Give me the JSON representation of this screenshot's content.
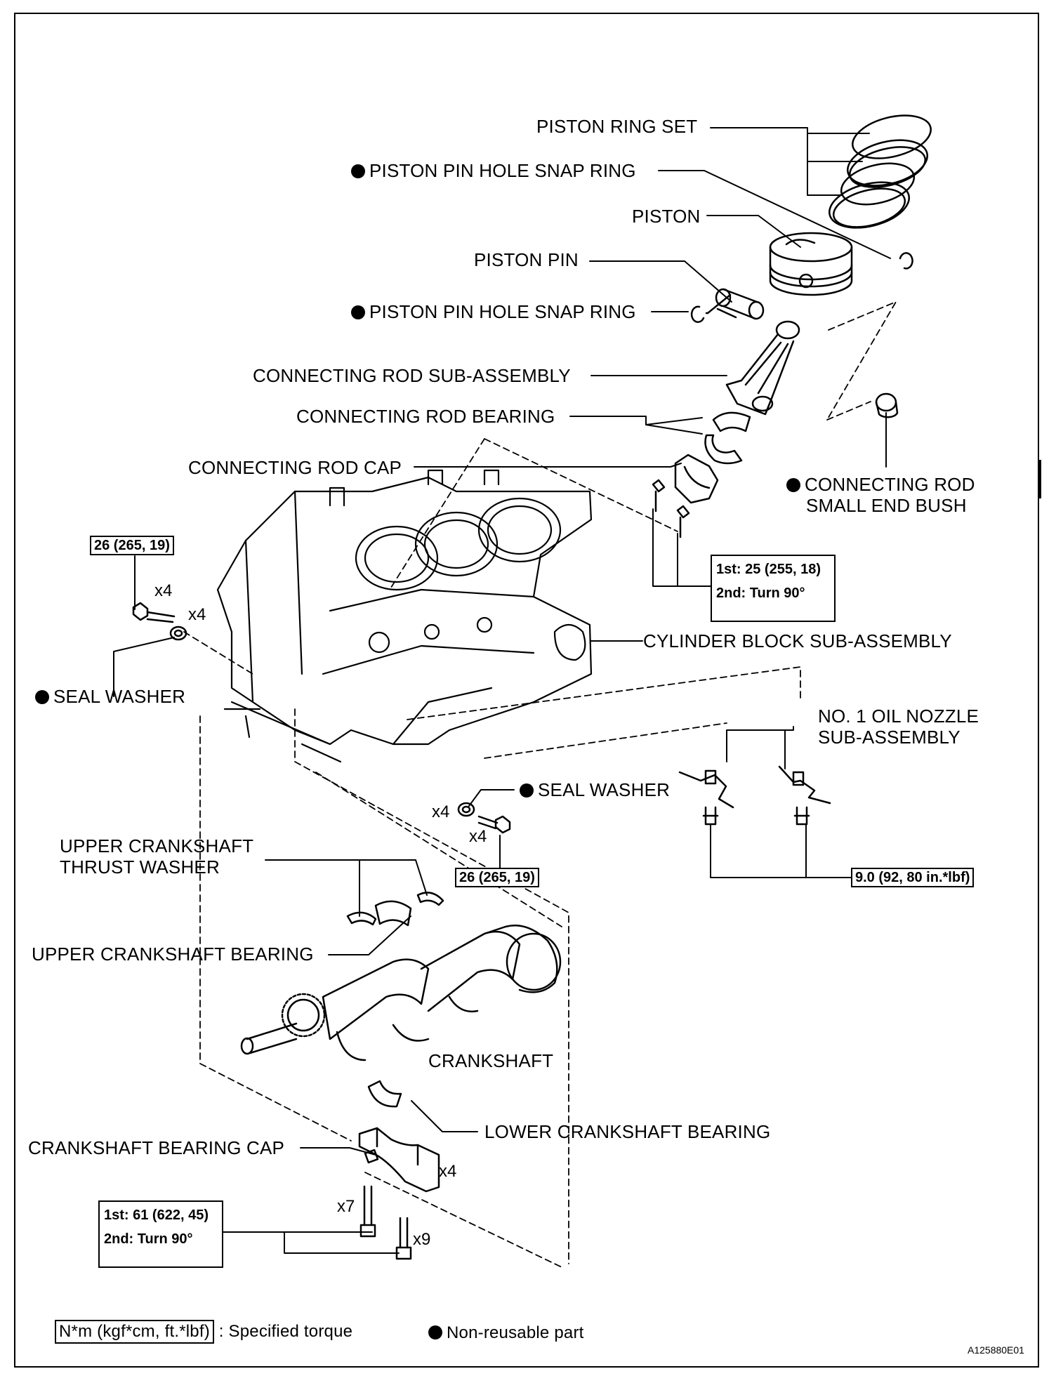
{
  "labels": {
    "piston_ring_set": "PISTON RING SET",
    "piston_pin_hole_snap_ring_1": "PISTON PIN HOLE SNAP RING",
    "piston": "PISTON",
    "piston_pin": "PISTON PIN",
    "piston_pin_hole_snap_ring_2": "PISTON PIN HOLE SNAP RING",
    "connecting_rod_sub_assembly": "CONNECTING ROD SUB-ASSEMBLY",
    "connecting_rod_bearing": "CONNECTING ROD BEARING",
    "connecting_rod_cap": "CONNECTING ROD CAP",
    "connecting_rod_small_end_bush_1": "CONNECTING ROD",
    "connecting_rod_small_end_bush_2": "SMALL END BUSH",
    "cylinder_block_sub_assembly": "CYLINDER BLOCK SUB-ASSEMBLY",
    "seal_washer_1": "SEAL WASHER",
    "seal_washer_2": "SEAL WASHER",
    "no1_oil_nozzle_1": "NO. 1 OIL NOZZLE",
    "no1_oil_nozzle_2": "SUB-ASSEMBLY",
    "upper_crankshaft_thrust_washer_1": "UPPER CRANKSHAFT",
    "upper_crankshaft_thrust_washer_2": "THRUST WASHER",
    "upper_crankshaft_bearing": "UPPER CRANKSHAFT BEARING",
    "crankshaft": "CRANKSHAFT",
    "lower_crankshaft_bearing": "LOWER CRANKSHAFT BEARING",
    "crankshaft_bearing_cap": "CRANKSHAFT BEARING CAP"
  },
  "torques": {
    "block_bolt_left": "26 (265, 19)",
    "block_bolt_center": "26 (265, 19)",
    "oil_nozzle": "9.0 (92, 80 in.*lbf)",
    "conrod_1st": "1st: 25 (255, 18)",
    "conrod_2nd": "2nd: Turn 90°",
    "bearing_cap_1st": "1st: 61 (622, 45)",
    "bearing_cap_2nd": "2nd: Turn 90°"
  },
  "quantities": {
    "left_bolt": "x4",
    "left_washer": "x4",
    "center_washer": "x4",
    "center_bolt": "x4",
    "bearing_cap": "x4",
    "cap_bolt_a": "x7",
    "cap_bolt_b": "x9"
  },
  "legend": {
    "torque_unit": "N*m (kgf*cm, ft.*lbf)",
    "torque_text": ": Specified torque",
    "non_reusable_text": "Non-reusable part"
  },
  "figure_code": "A125880E01"
}
